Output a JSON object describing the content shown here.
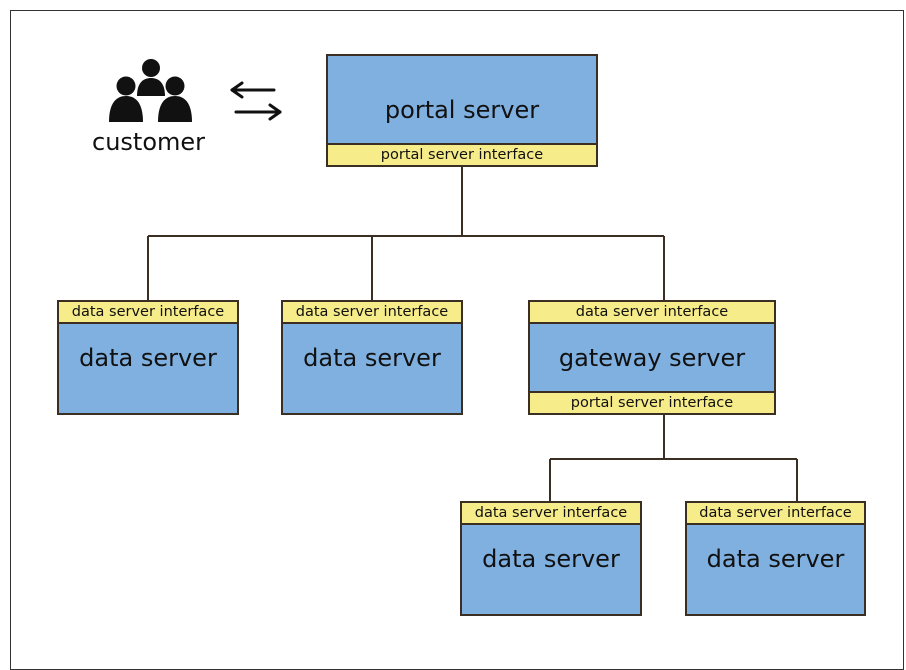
{
  "customer": {
    "label": "customer",
    "icon": "users-group-icon"
  },
  "exchange_icon": "bidirectional-arrows-icon",
  "portal": {
    "title": "portal server",
    "interface": "portal server interface"
  },
  "data_servers_top": [
    {
      "interface": "data server interface",
      "title": "data server"
    },
    {
      "interface": "data server interface",
      "title": "data server"
    }
  ],
  "gateway": {
    "top_interface": "data server interface",
    "title": "gateway server",
    "bottom_interface": "portal server interface"
  },
  "data_servers_bottom": [
    {
      "interface": "data server interface",
      "title": "data server"
    },
    {
      "interface": "data server interface",
      "title": "data server"
    }
  ],
  "colors": {
    "server_fill": "#7fb0e0",
    "interface_fill": "#f7ec8a",
    "border": "#3a2f22"
  }
}
